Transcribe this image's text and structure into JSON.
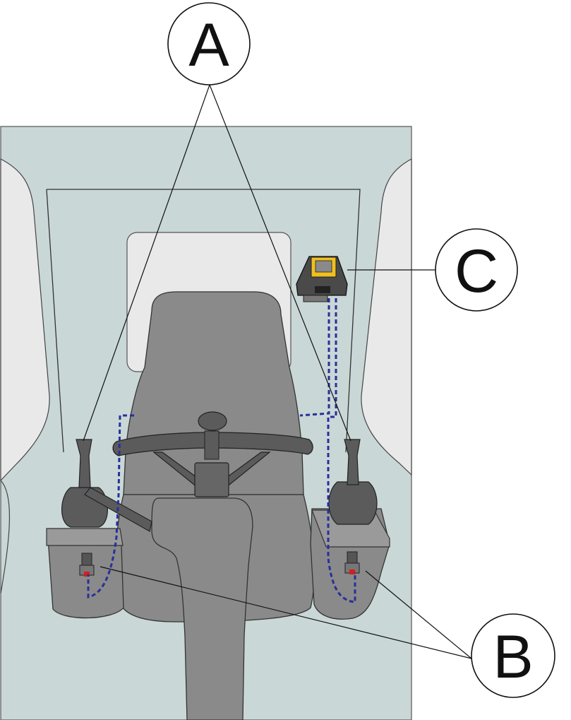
{
  "callouts": {
    "a": {
      "label": "A"
    },
    "b": {
      "label": "B"
    },
    "c": {
      "label": "C"
    }
  },
  "colors": {
    "cab_floor": "#c9d7d6",
    "side_window": "#e9e9e9",
    "seat": "#8a8a8a",
    "seat_dark": "#6e6e6e",
    "wiring": "#2a2f9a",
    "display_screen": "#f0c020",
    "button": "#d02020"
  }
}
